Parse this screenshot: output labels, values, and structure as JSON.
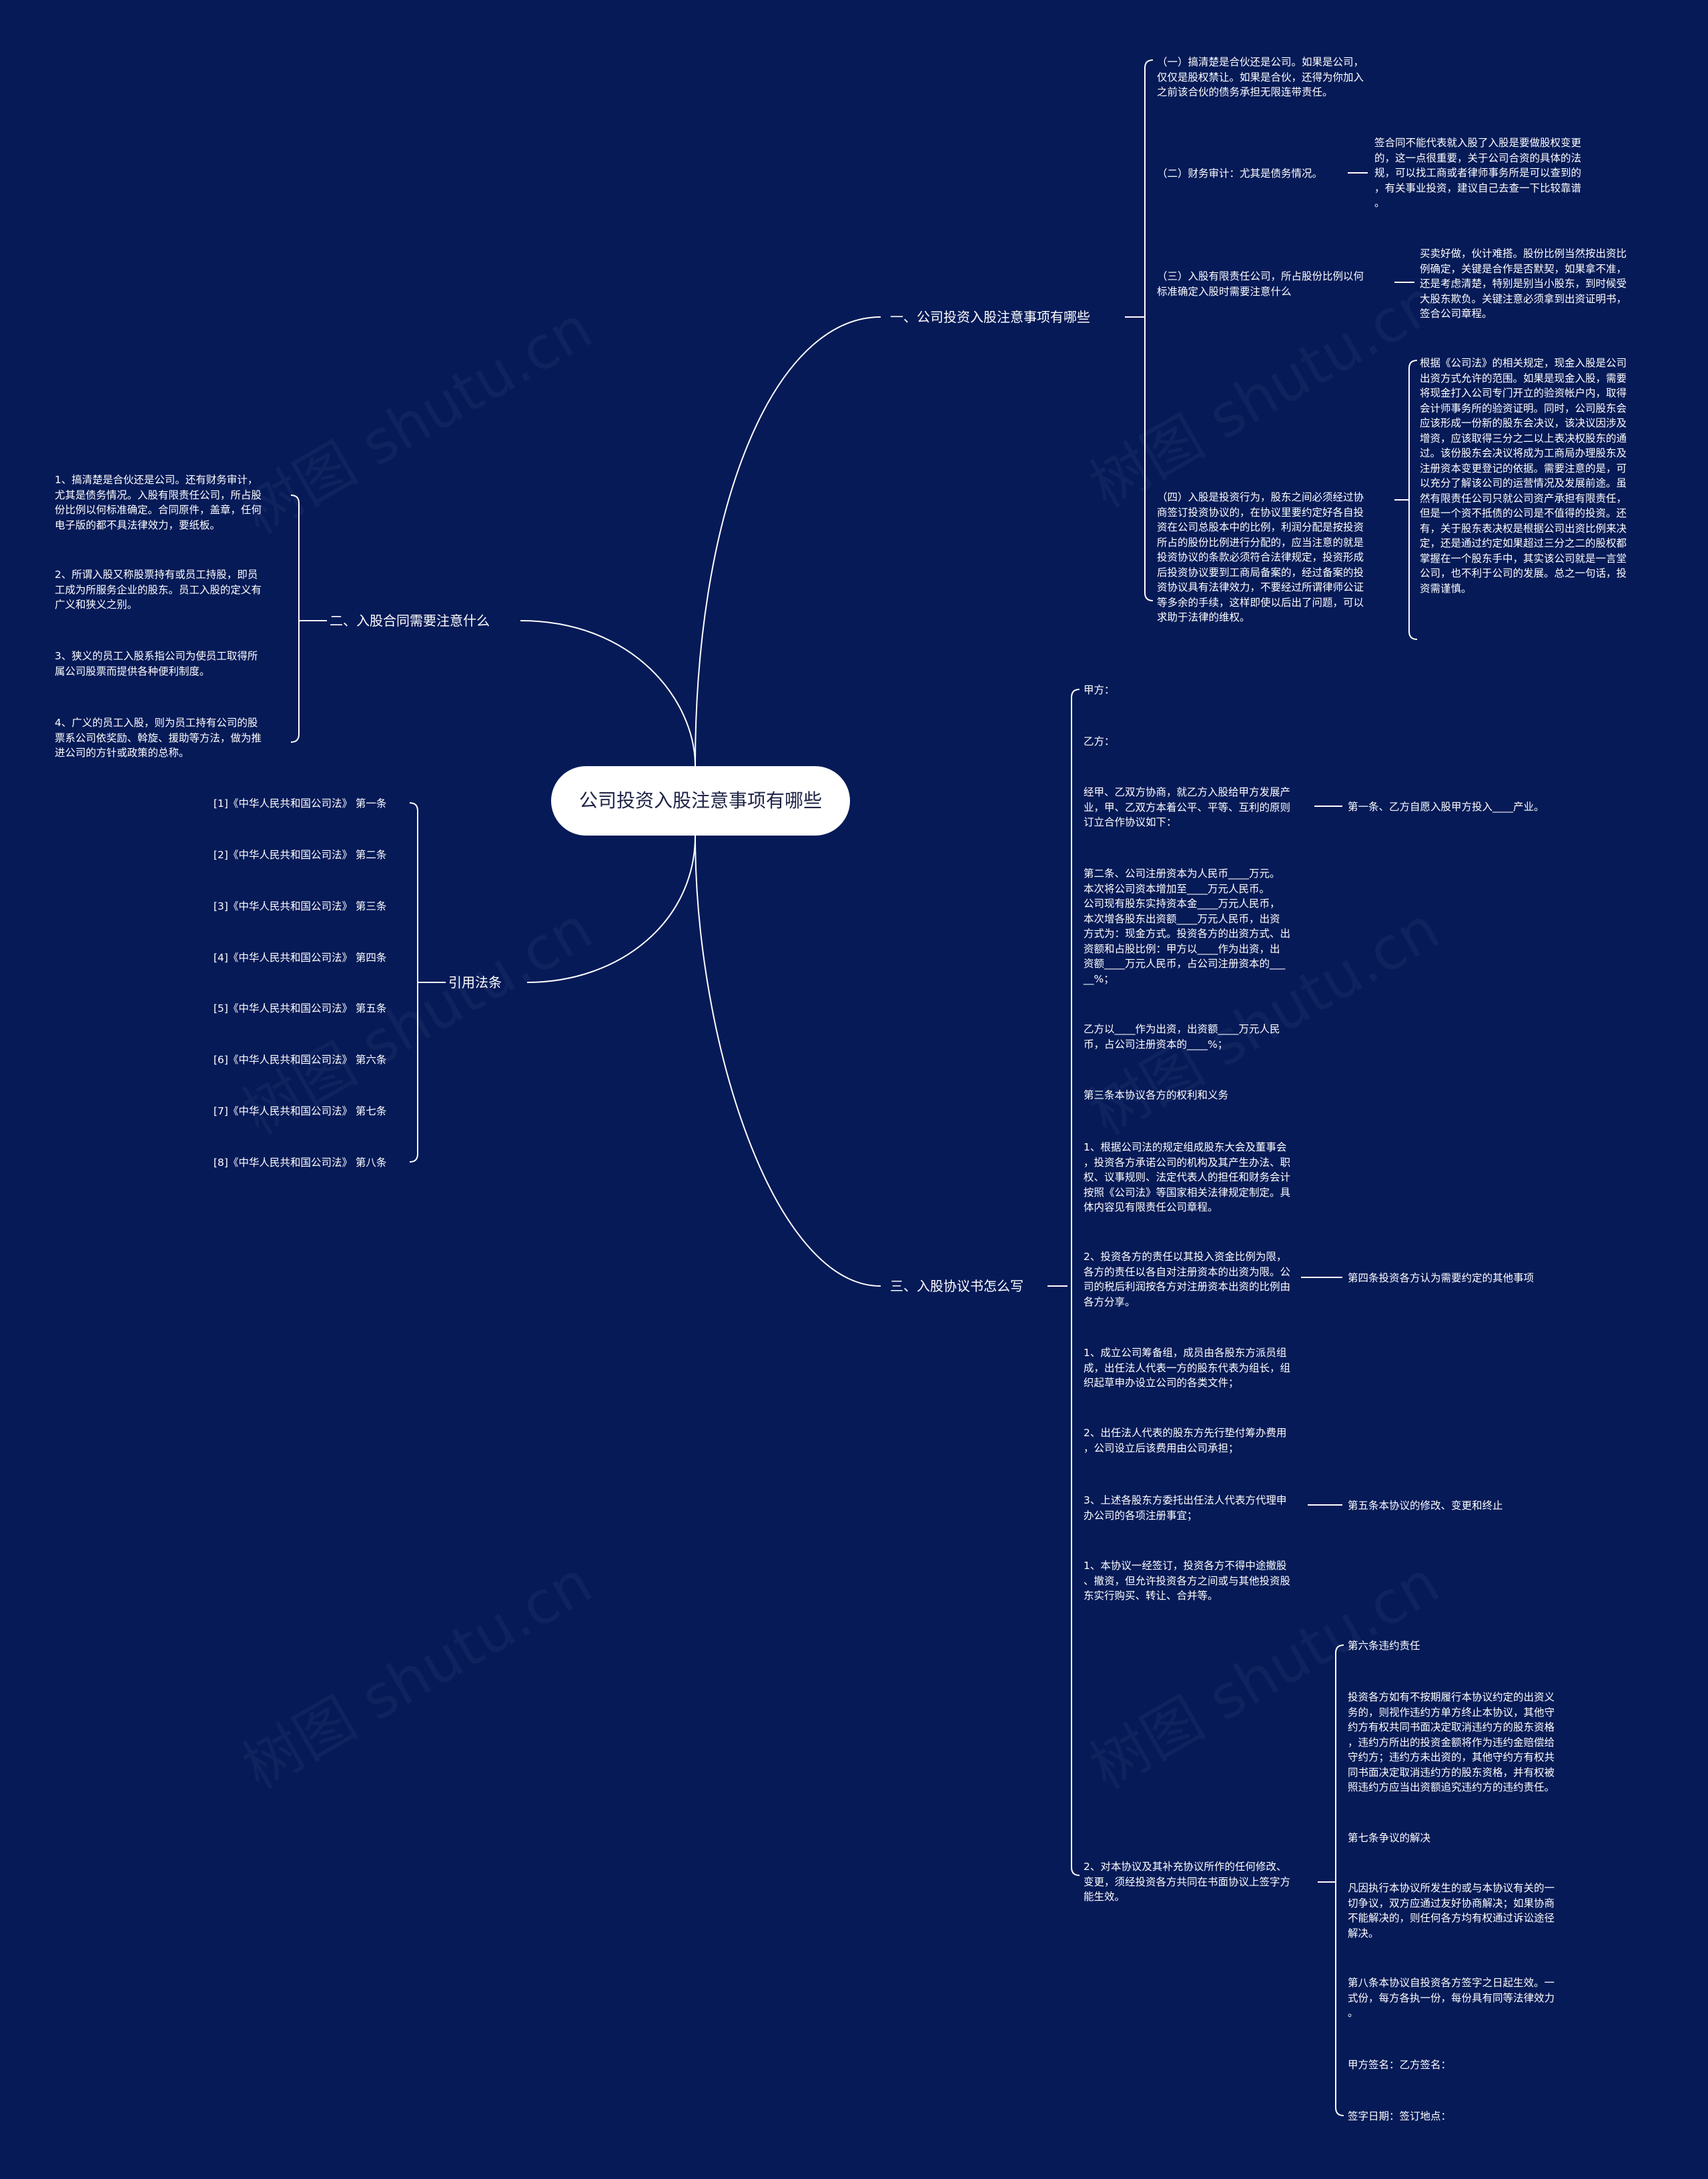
{
  "root": "公司投资入股注意事项有哪些",
  "watermark": "树图 shutu.cn",
  "colors": {
    "background": "#051a57",
    "root_fill": "#ffffff",
    "line": "#ffffff",
    "root_text": "#1e2346"
  },
  "branch1": {
    "title": "一、公司投资入股注意事项有哪些",
    "items": [
      "（一）搞清楚是合伙还是公司。如果是公司，\n仅仅是股权禁让。如果是合伙，还得为你加入\n之前该合伙的债务承担无限连带责任。",
      "（二）财务审计：尤其是债务情况。",
      "（三）入股有限责任公司，所占股份比例以何\n标准确定入股时需要注意什么",
      "（四）入股是投资行为，股东之间必须经过协\n商签订投资协议的，在协议里要约定好各自投\n资在公司总股本中的比例，利润分配是按投资\n所占的股份比例进行分配的，应当注意的就是\n投资协议的条款必须符合法律规定，投资形成\n后投资协议要到工商局备案的，经过备案的投\n资协议具有法律效力，不要经过所谓律师公证\n等多余的手续，这样即使以后出了问题，可以\n求助于法律的维权。"
    ],
    "notes": {
      "audit": "签合同不能代表就入股了入股是要做股权变更\n的，这一点很重要，关于公司合资的具体的法\n规，可以找工商或者律师事务所是可以查到的\n，有关事业投资，建议自己去查一下比较靠谱\n。",
      "ratio": "买卖好做，伙计难搭。股份比例当然按出资比\n例确定，关键是合作是否默契，如果拿不准，\n还是考虑清楚，特别是别当小股东，到时候受\n大股东欺负。关键注意必须拿到出资证明书，\n签合公司章程。",
      "law": "根据《公司法》的相关规定，现金入股是公司\n出资方式允许的范围。如果是现金入股，需要\n将现金打入公司专门开立的验资帐户内，取得\n会计师事务所的验资证明。同时，公司股东会\n应该形成一份新的股东会决议，该决议因涉及\n增资，应该取得三分之二以上表决权股东的通\n过。该份股东会决议将成为工商局办理股东及\n注册资本变更登记的依据。需要注意的是，可\n以充分了解该公司的运营情况及发展前途。虽\n然有限责任公司只就公司资产承担有限责任，\n但是一个资不抵债的公司是不值得的投资。还\n有，关于股东表决权是根据公司出资比例来决\n定，还是通过约定如果超过三分之二的股权都\n掌握在一个股东手中，其实该公司就是一言堂\n公司，也不利于公司的发展。总之一句话，投\n资需谨慎。"
    }
  },
  "branch2": {
    "title": "二、入股合同需要注意什么",
    "items": [
      "1、搞清楚是合伙还是公司。还有财务审计，\n尤其是债务情况。入股有限责任公司，所占股\n份比例以何标准确定。合同原件，盖章，任何\n电子版的都不具法律效力，要纸板。",
      "2、所谓入股又称股票持有或员工持股，即员\n工成为所服务企业的股东。员工入股的定义有\n广义和狭义之别。",
      "3、狭义的员工入股系指公司为使员工取得所\n属公司股票而提供各种便利制度。",
      "4、广义的员工入股，则为员工持有公司的股\n票系公司依奖励、斡旋、援助等方法，做为推\n进公司的方针或政策的总称。"
    ]
  },
  "branch3": {
    "title": "引用法条",
    "items": [
      "[1]《中华人民共和国公司法》 第一条",
      "[2]《中华人民共和国公司法》 第二条",
      "[3]《中华人民共和国公司法》 第三条",
      "[4]《中华人民共和国公司法》 第四条",
      "[5]《中华人民共和国公司法》 第五条",
      "[6]《中华人民共和国公司法》 第六条",
      "[7]《中华人民共和国公司法》 第七条",
      "[8]《中华人民共和国公司法》 第八条"
    ]
  },
  "branch4": {
    "title": "三、入股协议书怎么写",
    "items": [
      "甲方：",
      "乙方：",
      "经甲、乙双方协商，就乙方入股给甲方发展产\n业，甲、乙双方本着公平、平等、互利的原则\n订立合作协议如下：",
      "第二条、公司注册资本为人民币____万元。\n本次将公司资本增加至____万元人民币。\n公司现有股东实持资本金____万元人民币，\n本次增各股东出资额____万元人民币，出资\n方式为：现金方式。投资各方的出资方式、出\n资额和占股比例：甲方以____作为出资，出\n资额____万元人民币，占公司注册资本的___\n__%；",
      "乙方以____作为出资，出资额____万元人民\n币，占公司注册资本的____%；",
      "第三条本协议各方的权利和义务",
      "1、根据公司法的规定组成股东大会及董事会\n，投资各方承诺公司的机构及其产生办法、职\n权、议事规则、法定代表人的担任和财务会计\n按照《公司法》等国家相关法律规定制定。具\n体内容见有限责任公司章程。",
      "2、投资各方的责任以其投入资金比例为限，\n各方的责任以各自对注册资本的出资为限。公\n司的税后利润按各方对注册资本出资的比例由\n各方分享。",
      "1、成立公司筹备组，成员由各股东方派员组\n成，出任法人代表一方的股东代表为组长，组\n织起草申办设立公司的各类文件；",
      "2、出任法人代表的股东方先行垫付筹办费用\n，公司设立后该费用由公司承担；",
      "3、上述各股东方委托出任法人代表方代理申\n办公司的各项注册事宜；",
      "1、本协议一经签订，投资各方不得中途撤股\n、撤资，但允许投资各方之间或与其他投资股\n东实行购买、转让、合并等。",
      "2、对本协议及其补充协议所作的任何修改、\n变更，须经投资各方共同在书面协议上签字方\n能生效。"
    ],
    "notes": {
      "article1": "第一条、乙方自愿入股甲方投入____产业。",
      "article4": "第四条投资各方认为需要约定的其他事项",
      "article5": "第五条本协议的修改、变更和终止",
      "final": [
        "第六条违约责任",
        "投资各方如有不按期履行本协议约定的出资义\n务的，则视作违约方单方终止本协议，其他守\n约方有权共同书面决定取消违约方的股东资格\n，违约方所出的投资金额将作为违约金赔偿给\n守约方；违约方未出资的，其他守约方有权共\n同书面决定取消违约方的股东资格，并有权被\n照违约方应当出资额追究违约方的违约责任。",
        "第七条争议的解决",
        "凡因执行本协议所发生的或与本协议有关的一\n切争议，双方应通过友好协商解决；如果协商\n不能解决的，则任何各方均有权通过诉讼途径\n解决。",
        "第八条本协议自投资各方签字之日起生效。一\n式份，每方各执一份，每份具有同等法律效力\n。",
        "甲方签名：乙方签名：",
        "签字日期：签订地点："
      ]
    }
  }
}
